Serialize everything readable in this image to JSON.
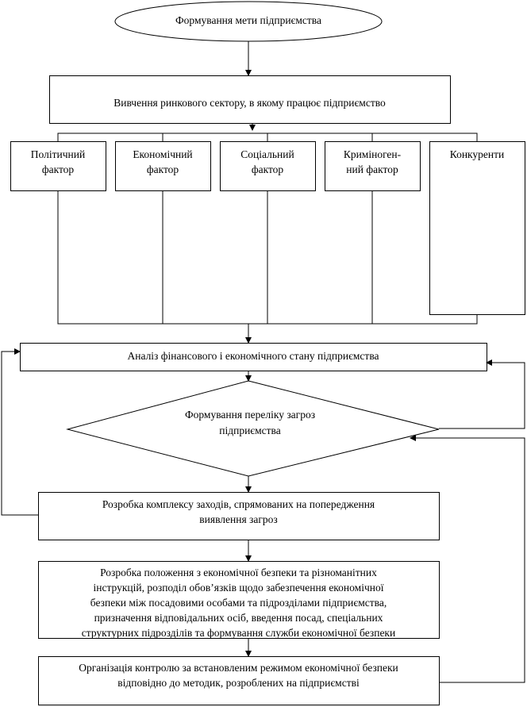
{
  "start": "Формування мети підприємства",
  "market_study": "Вивчення ринкового сектору, в якому працює підприємство",
  "factors": [
    {
      "line1": "Політичний",
      "line2": "фактор"
    },
    {
      "line1": "Економічний",
      "line2": "фактор"
    },
    {
      "line1": "Соціальний",
      "line2": "фактор"
    },
    {
      "line1": "Криміноген-",
      "line2": "ний фактор"
    },
    {
      "line1": "Конкуренти",
      "line2": ""
    }
  ],
  "analysis": "Аналіз фінансового і економічного стану підприємства",
  "threats": {
    "line1": "Формування переліку загроз",
    "line2": "підприємства"
  },
  "measures": {
    "line1": "Розробка комплексу заходів, спрямованих на попередження",
    "line2": "виявлення загроз"
  },
  "regulations": [
    "Розробка положення з економічної безпеки та різноманітних",
    "інструкцій, розподіл обов’язків щодо забезпечення економічної",
    "безпеки між посадовими особами та підрозділами підприємства,",
    "призначення відповідальних осіб, введення посад, спеціальних",
    "структурних підрозділів та формування служби економічної безпеки"
  ],
  "control": {
    "line1": "Організація контролю за встановленим режимом економічної безпеки",
    "line2": "відповідно до методик, розроблених на підприємстві"
  }
}
